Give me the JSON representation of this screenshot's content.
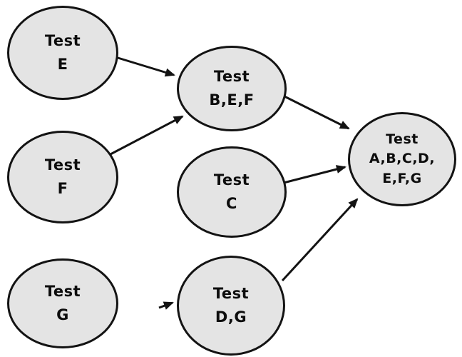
{
  "colors": {
    "background": "#ffffff",
    "node_fill": "#e4e4e4",
    "node_border": "#131313",
    "edge": "#131313",
    "text": "#0d0d0d"
  },
  "nodes": [
    {
      "id": "test-e",
      "lines": [
        "Test",
        "E"
      ]
    },
    {
      "id": "test-f",
      "lines": [
        "Test",
        "F"
      ]
    },
    {
      "id": "test-g",
      "lines": [
        "Test",
        "G"
      ]
    },
    {
      "id": "test-bef",
      "lines": [
        "Test",
        "B,E,F"
      ]
    },
    {
      "id": "test-c",
      "lines": [
        "Test",
        "C"
      ]
    },
    {
      "id": "test-dg",
      "lines": [
        "Test",
        "D,G"
      ]
    },
    {
      "id": "test-all",
      "lines": [
        "Test",
        "A,B,C,D,",
        "E,F,G"
      ]
    }
  ],
  "edges": [
    {
      "from": "test-e",
      "to": "test-bef"
    },
    {
      "from": "test-f",
      "to": "test-bef"
    },
    {
      "from": "test-bef",
      "to": "test-all"
    },
    {
      "from": "test-c",
      "to": "test-all"
    },
    {
      "from": "test-dg",
      "to": "test-all"
    },
    {
      "from": "",
      "to": "test-dg"
    }
  ]
}
